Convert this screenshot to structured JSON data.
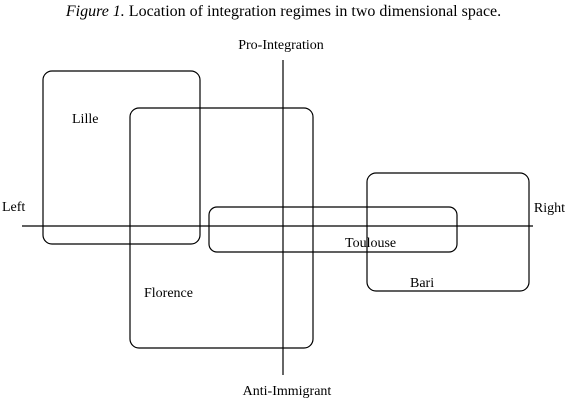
{
  "caption": {
    "figure_label": "Figure 1.",
    "text": " Location of integration regimes in two dimensional space."
  },
  "axes": {
    "top_label": "Pro-Integration",
    "bottom_label": "Anti-Immigrant",
    "left_label": "Left",
    "right_label": "Right"
  },
  "regimes": [
    {
      "name": "Lille"
    },
    {
      "name": "Florence"
    },
    {
      "name": "Toulouse"
    },
    {
      "name": "Bari"
    }
  ]
}
